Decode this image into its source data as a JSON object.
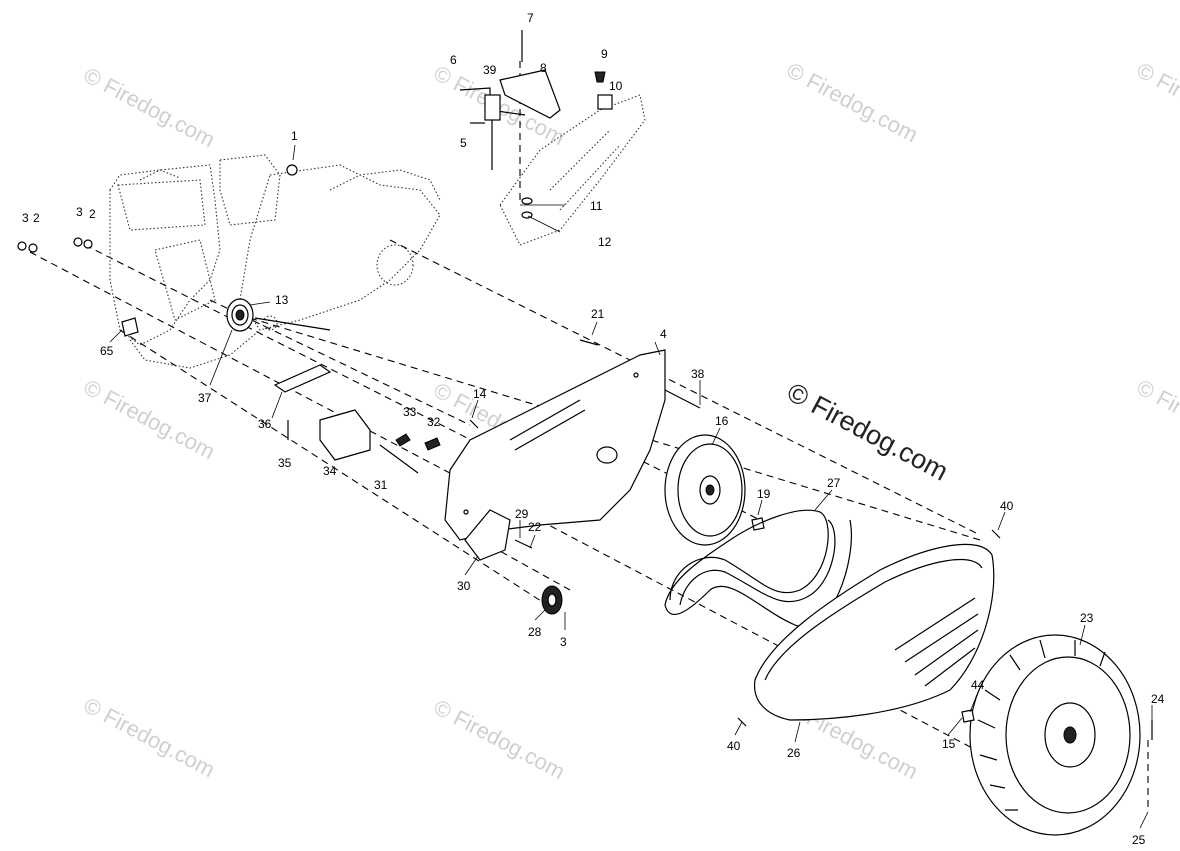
{
  "watermarks": {
    "text": "© Firedog.com",
    "main": "© Firedog.com"
  },
  "callouts": [
    {
      "label": "1"
    },
    {
      "label": "3"
    },
    {
      "label": "2"
    },
    {
      "label": "3"
    },
    {
      "label": "2"
    },
    {
      "label": "7"
    },
    {
      "label": "6"
    },
    {
      "label": "39"
    },
    {
      "label": "8"
    },
    {
      "label": "9"
    },
    {
      "label": "10"
    },
    {
      "label": "5"
    },
    {
      "label": "11"
    },
    {
      "label": "12"
    },
    {
      "label": "13"
    },
    {
      "label": "65"
    },
    {
      "label": "21"
    },
    {
      "label": "4"
    },
    {
      "label": "37"
    },
    {
      "label": "38"
    },
    {
      "label": "14"
    },
    {
      "label": "36"
    },
    {
      "label": "33"
    },
    {
      "label": "32"
    },
    {
      "label": "35"
    },
    {
      "label": "34"
    },
    {
      "label": "16"
    },
    {
      "label": "31"
    },
    {
      "label": "19"
    },
    {
      "label": "27"
    },
    {
      "label": "40"
    },
    {
      "label": "29"
    },
    {
      "label": "22"
    },
    {
      "label": "30"
    },
    {
      "label": "28"
    },
    {
      "label": "3"
    },
    {
      "label": "23"
    },
    {
      "label": "44"
    },
    {
      "label": "24"
    },
    {
      "label": "15"
    },
    {
      "label": "40"
    },
    {
      "label": "26"
    },
    {
      "label": "25"
    }
  ]
}
